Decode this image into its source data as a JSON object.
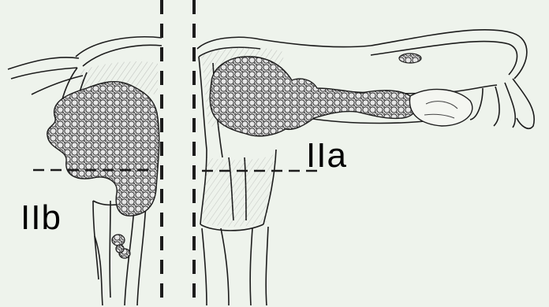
{
  "labels": {
    "stage_iia": "IIa",
    "stage_iib": "IIb"
  },
  "colors": {
    "background": "#eef3ec",
    "ink": "#1c1c1c",
    "tissue_fill": "#f4f6f1",
    "tumor_dark": "#3a3a3a"
  },
  "icons": {
    "illustration": "uterus-tumor-staging-drawing"
  }
}
